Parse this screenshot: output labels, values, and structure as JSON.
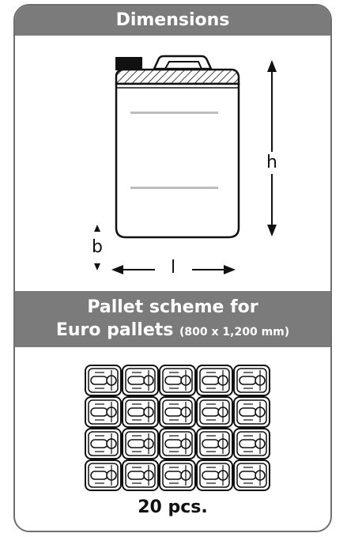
{
  "header": {
    "title": "Dimensions"
  },
  "dimensions": {
    "height_label": "h",
    "length_label": "l",
    "width_label": "b"
  },
  "pallet_section": {
    "title_line1": "Pallet scheme for",
    "title_line2": "Euro pallets",
    "title_note": "(800 x 1,200 mm)"
  },
  "pallet": {
    "rows": 4,
    "cols": 5,
    "count_label": "20 pcs."
  },
  "colors": {
    "header_bg": "#7b7b7b",
    "border": "#6f6f6f",
    "stroke": "#111111"
  }
}
